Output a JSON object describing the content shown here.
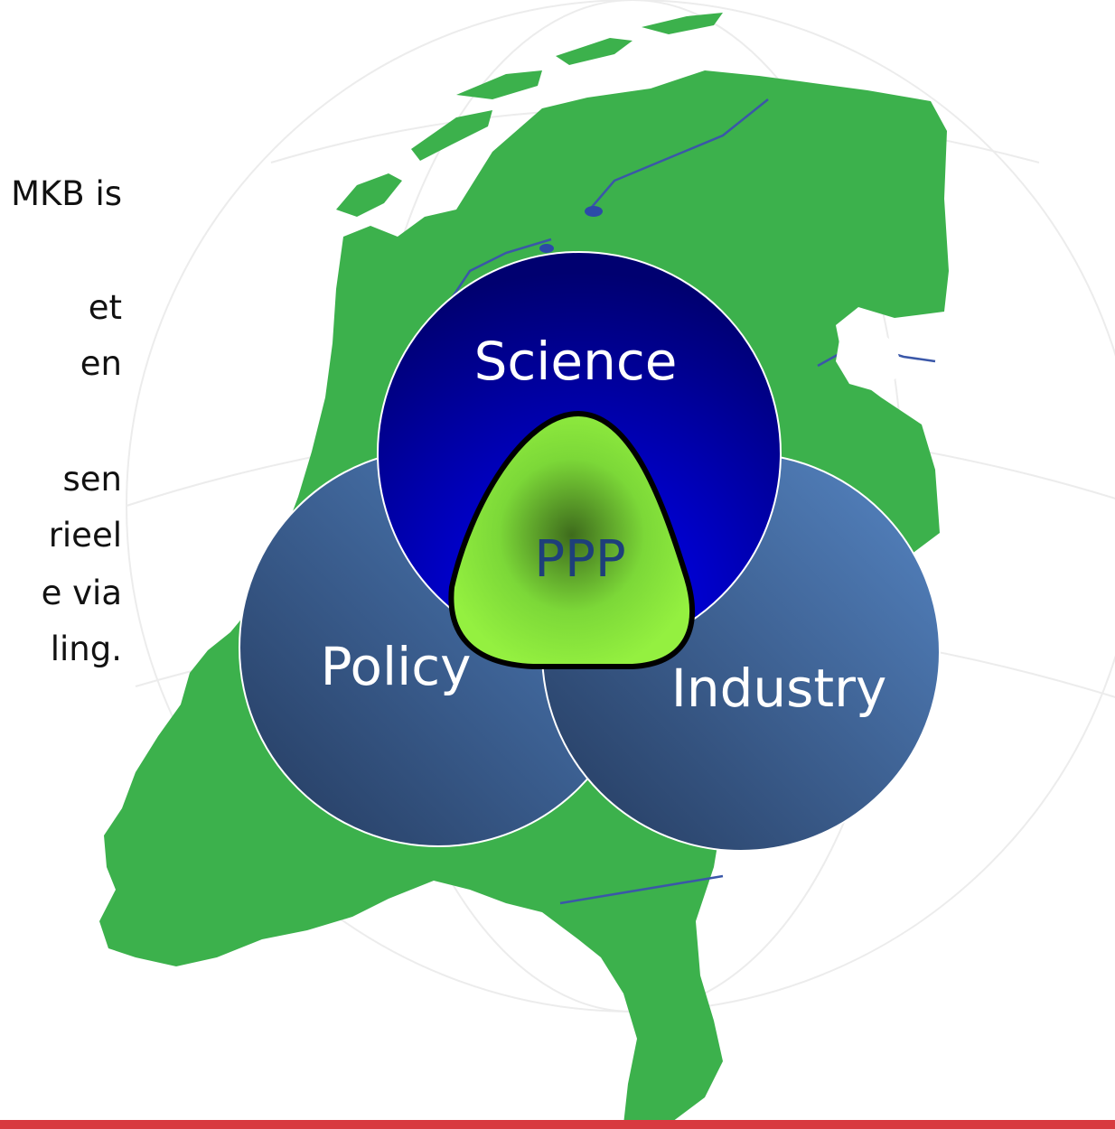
{
  "text_lines": [
    "MKB is",
    "et",
    "en",
    "sen",
    "rieel",
    "e via",
    "ling."
  ],
  "diagram": {
    "circles": [
      {
        "name": "science",
        "label": "Science"
      },
      {
        "name": "policy",
        "label": "Policy"
      },
      {
        "name": "industry",
        "label": "Industry"
      }
    ],
    "center_label": "PPP"
  },
  "colors": {
    "map_land": "#3cb14c",
    "science": "#0a0ad0",
    "policy_industry": "#3b5f8f",
    "ppp": "#7ee83a",
    "accent_bar": "#d83a3f"
  }
}
